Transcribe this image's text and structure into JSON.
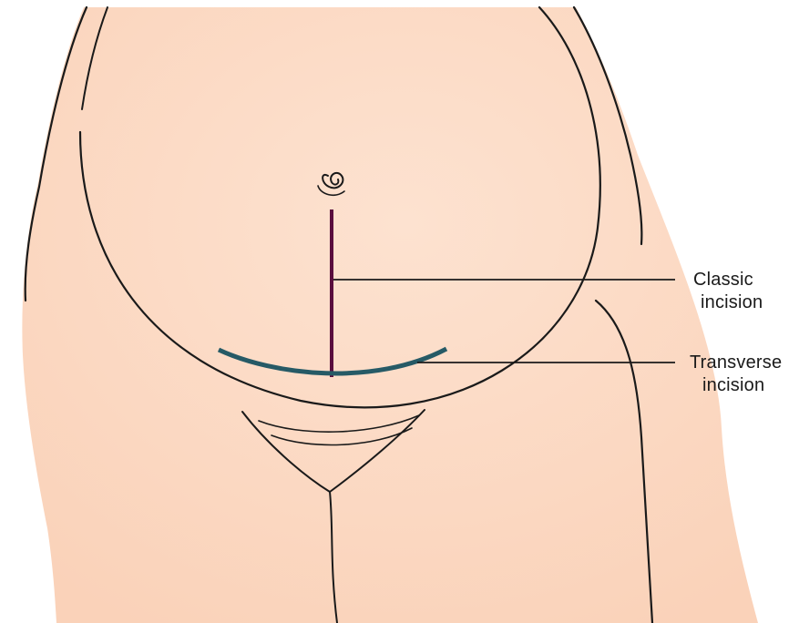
{
  "labels": {
    "classic": {
      "line1": "Classic",
      "line2": "incision"
    },
    "transverse": {
      "line1": "Transverse",
      "line2": "incision"
    }
  },
  "colors": {
    "skin": "#fcd8c2",
    "outline": "#1a1a1a",
    "classic_incision": "#5a0e3e",
    "transverse_incision": "#265a66",
    "background": "#ffffff"
  }
}
